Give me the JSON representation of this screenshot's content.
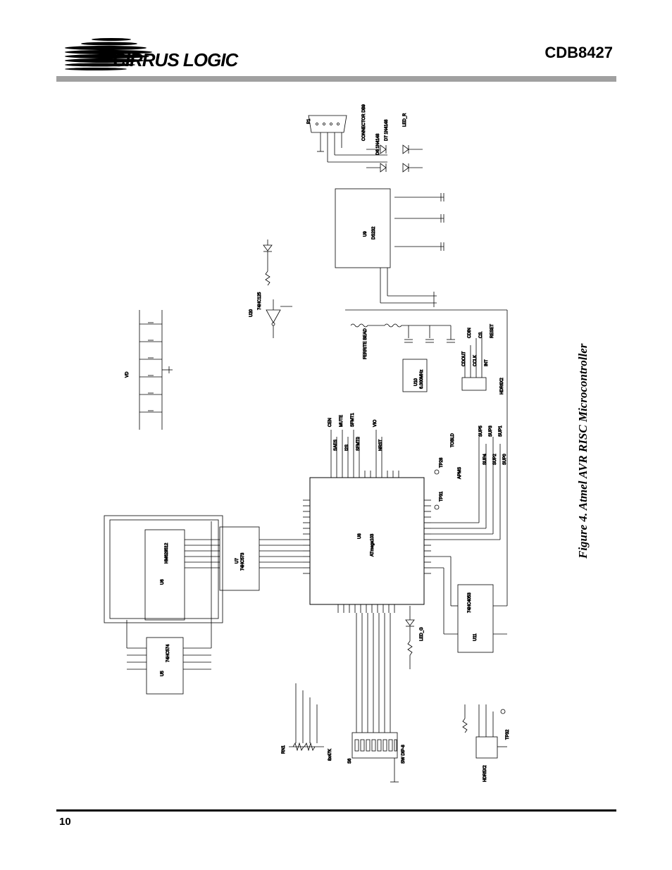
{
  "header": {
    "logo_text": "CIRRUS LOGIC",
    "document_title": "CDB8427"
  },
  "figure": {
    "caption": "Figure 4.  Atmel AVR RISC Microcontroller"
  },
  "schematic_labels": {
    "mcu_ref": "U8",
    "mcu_part": "ATmega103",
    "rs232_ref": "U9",
    "rs232_part": "DS232",
    "latch_ref": "U7",
    "latch_part": "74HC573",
    "sram_ref": "U6",
    "sram_part": "HM628512",
    "flipflop_ref": "U5",
    "flipflop_part": "74HC574",
    "mux_ref": "U11",
    "mux_part": "74HC4053",
    "inverter_ref": "U20",
    "inverter_part": "74HC125",
    "osc_ref": "U10",
    "osc_part": "6.000MHz",
    "connector": "CONNECTOR DB9",
    "connector_ref": "P1",
    "ferrite": "FERRITE BEAD",
    "header_j10": "HDR6X2",
    "header_j9": "HDR5X2",
    "switch_ref": "S6",
    "switch_part": "SW DIP-8",
    "resnet_ref": "RN1",
    "resnet_value": "8x47K",
    "diode_d6": "D6  1N4148",
    "diode_d7": "D7  1N4148",
    "led_g": "LED_G",
    "led_r": "LED_R",
    "vd": "VD",
    "test_points": [
      "TP28",
      "TP31",
      "TP32"
    ],
    "right_signals": [
      "CDOUT",
      "CDIN",
      "CCLK",
      "CS",
      "INT",
      "RESET"
    ],
    "top_signals": [
      "CEN",
      "MUTE",
      "SAES",
      "I2S",
      "SFMT1",
      "SFMT0",
      "VIO",
      "NRST"
    ],
    "bottom_signals": [
      "TOBLD",
      "SUP5",
      "SUP3",
      "SUP1",
      "SUP4",
      "SUP2",
      "SUP0",
      "APMS"
    ]
  }
}
